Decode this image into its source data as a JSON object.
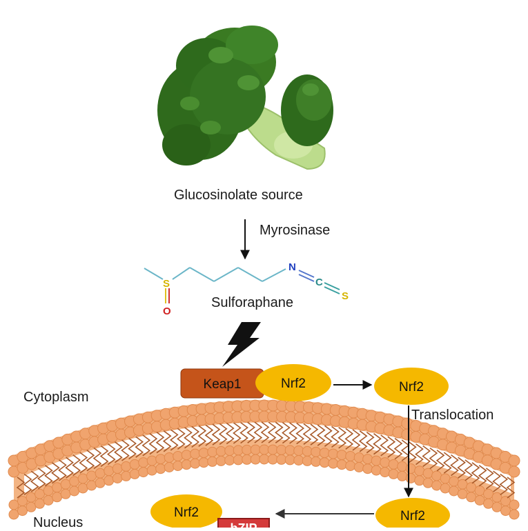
{
  "labels": {
    "source": "Glucosinolate source",
    "enzyme": "Myrosinase",
    "compound": "Sulforaphane",
    "cytoplasm": "Cytoplasm",
    "translocation": "Translocation",
    "nucleus": "Nucleus"
  },
  "proteins": {
    "keap1": "Keap1",
    "nrf2_bound": "Nrf2",
    "nrf2_free": "Nrf2",
    "nrf2_nuclear": "Nrf2",
    "nrf2_nuclear_left": "Nrf2",
    "bzip": "bZIP"
  },
  "molecule_atoms": {
    "sulfur1": "S",
    "oxygen": "O",
    "nitrogen": "N",
    "carbon": "C",
    "sulfur2": "S"
  },
  "colors": {
    "nrf2": "#f5b800",
    "keap1": "#c5541a",
    "membrane_ball": "#f0a46e",
    "membrane_ball_edge": "#e08a4e",
    "membrane_inner": "#a85a2a",
    "bzip": "#d43a3a",
    "broccoli_dark": "#2f6a1c",
    "broccoli_light": "#b8d98a"
  }
}
